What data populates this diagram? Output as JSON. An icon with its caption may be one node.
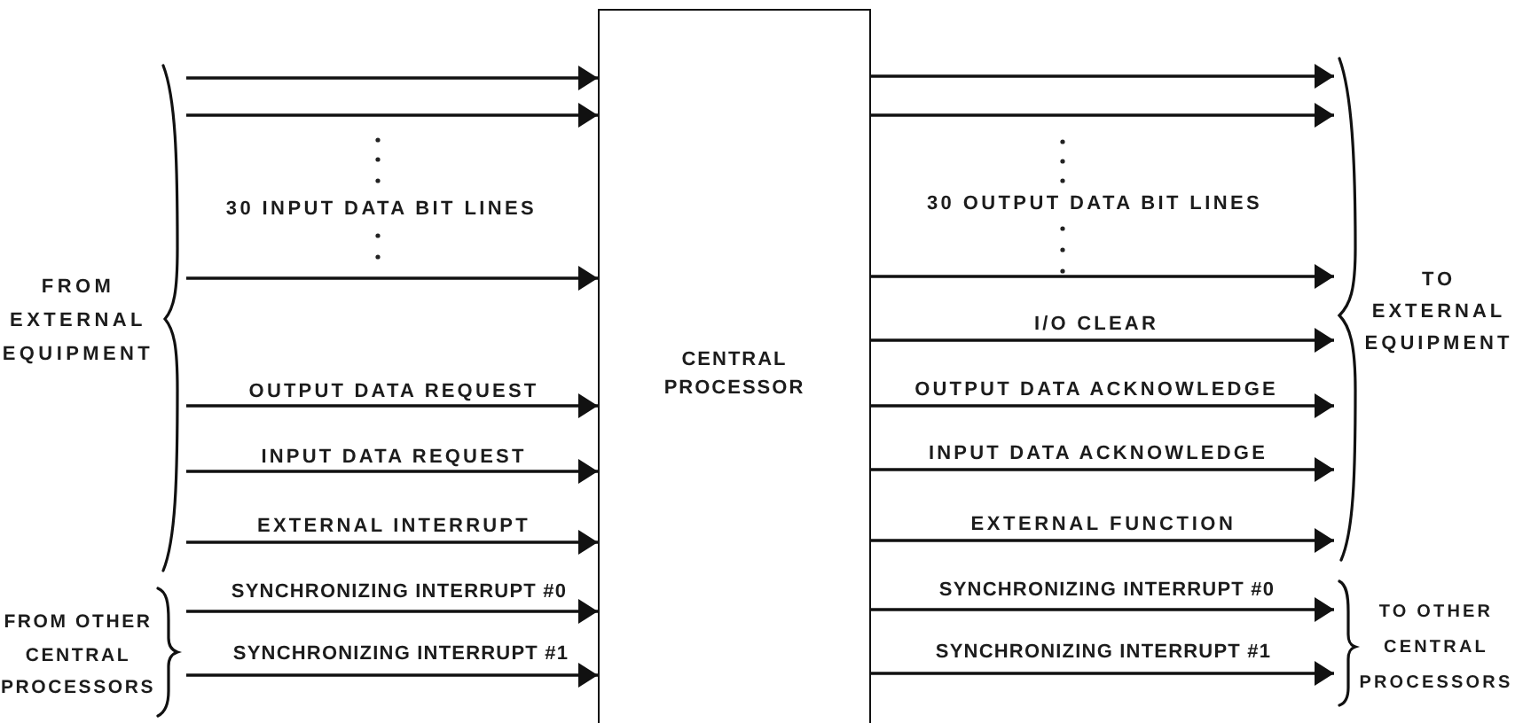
{
  "diagram": {
    "nodes": [
      {
        "text": [
          "FROM EXTERNAL EQUIPMENT"
        ]
      },
      {
        "text": [
          "CENTRAL PROCESSOR"
        ]
      },
      {
        "text": [
          "TO EXTERNAL EQUIPMENT"
        ]
      },
      {
        "text": [
          "FROM OTHER CENTRAL PROCESSORS"
        ]
      },
      {
        "text": [
          "TO OTHER CENTRAL PROCESSORS"
        ]
      }
    ],
    "edges": [
      {
        "from": 0,
        "to": 1,
        "arrow": "to"
      },
      {
        "from": 0,
        "to": 1,
        "arrow": "to"
      },
      {
        "from": 0,
        "to": 1,
        "arrow": "to"
      },
      {
        "from": 0,
        "to": 1,
        "arrow": "to",
        "label": "OUTPUT DATA REQUEST"
      },
      {
        "from": 0,
        "to": 1,
        "arrow": "to",
        "label": "INPUT DATA REQUEST"
      },
      {
        "from": 0,
        "to": 1,
        "arrow": "to",
        "label": "EXTERNAL INTERRUPT"
      },
      {
        "from": 3,
        "to": 1,
        "arrow": "to",
        "label": "SYNCHRONIZING INTERRUPT #0"
      },
      {
        "from": 3,
        "to": 1,
        "arrow": "to",
        "label": "SYNCHRONIZING INTERRUPT #1"
      },
      {
        "from": 1,
        "to": 2,
        "arrow": "to"
      },
      {
        "from": 1,
        "to": 2,
        "arrow": "to"
      },
      {
        "from": 1,
        "to": 2,
        "arrow": "to"
      },
      {
        "from": 1,
        "to": 2,
        "arrow": "to",
        "label": "I/O CLEAR"
      },
      {
        "from": 1,
        "to": 2,
        "arrow": "to",
        "label": "OUTPUT DATA ACKNOWLEDGE"
      },
      {
        "from": 1,
        "to": 2,
        "arrow": "to",
        "label": "INPUT DATA ACKNOWLEDGE"
      },
      {
        "from": 1,
        "to": 2,
        "arrow": "to",
        "label": "EXTERNAL FUNCTION"
      },
      {
        "from": 1,
        "to": 4,
        "arrow": "to",
        "label": "SYNCHRONIZING INTERRUPT #0"
      },
      {
        "from": 1,
        "to": 4,
        "arrow": "to",
        "label": "SYNCHRONIZING INTERRUPT #1"
      }
    ],
    "labels": [
      "30 INPUT DATA BIT LINES",
      "30 OUTPUT DATA BIT LINES"
    ]
  }
}
